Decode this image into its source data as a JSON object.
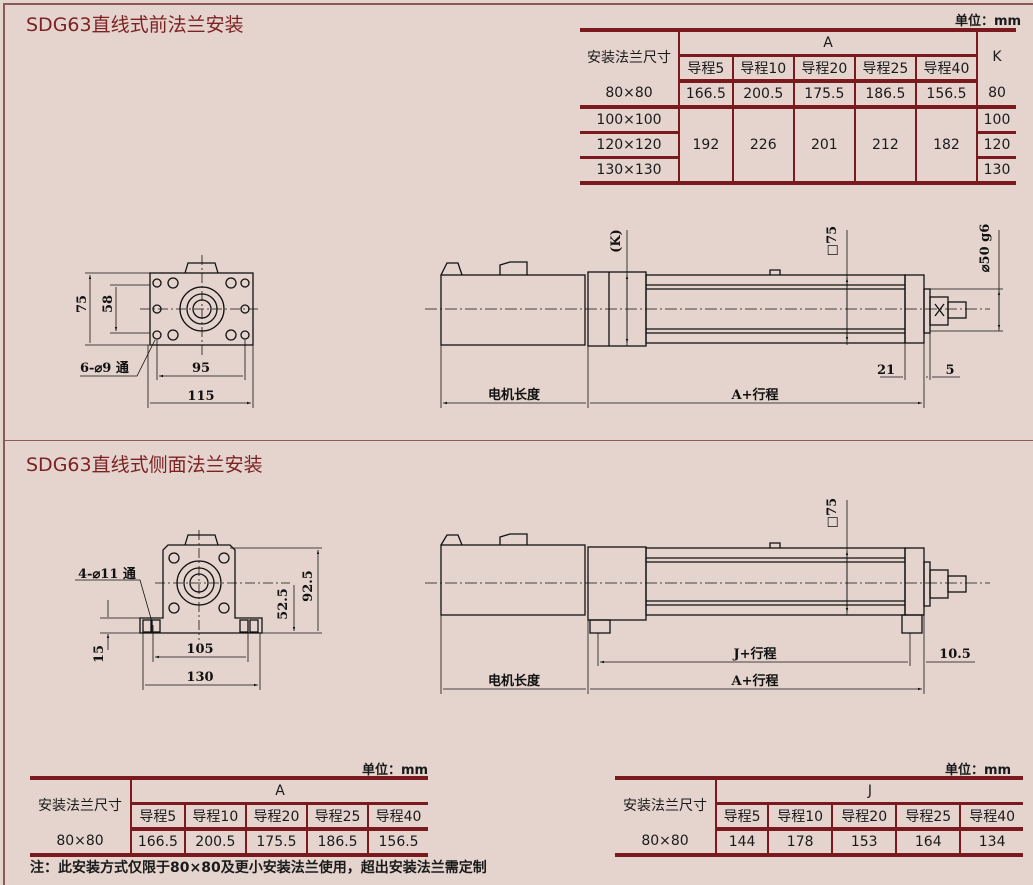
{
  "section1": {
    "title": "SDG63直线式前法兰安装",
    "unit": "单位：mm",
    "table": {
      "row_header": "安装法兰尺寸",
      "group_a": "A",
      "group_k": "K",
      "leads": [
        "导程5",
        "导程10",
        "导程20",
        "导程25",
        "导程40"
      ],
      "row_80": {
        "size": "80×80",
        "a": [
          "166.5",
          "200.5",
          "175.5",
          "186.5",
          "156.5"
        ],
        "k": "80"
      },
      "rows_large": {
        "sizes": [
          "100×100",
          "120×120",
          "130×130"
        ],
        "a": [
          "192",
          "226",
          "201",
          "212",
          "182"
        ],
        "k": [
          "100",
          "120",
          "130"
        ]
      }
    },
    "front_view": {
      "dim_height": "75",
      "dim_inner_height": "58",
      "dim_hole_spacing": "95",
      "dim_width": "115",
      "hole_label": "6-⌀9 通"
    },
    "side_view": {
      "dim_k": "(K)",
      "dim_square": "□75",
      "dim_shaft": "⌀50 g6",
      "dim_21": "21",
      "dim_5": "5",
      "motor_length": "电机长度",
      "a_stroke": "A+行程"
    }
  },
  "section2": {
    "title": "SDG63直线式侧面法兰安装",
    "front_view": {
      "hole_label": "4-⌀11 通",
      "dim_height": "92.5",
      "dim_center": "52.5",
      "dim_foot": "15",
      "dim_hole_spacing": "105",
      "dim_width": "130"
    },
    "side_view": {
      "dim_square": "□75",
      "j_stroke": "J+行程",
      "dim_10_5": "10.5",
      "motor_length": "电机长度",
      "a_stroke": "A+行程"
    },
    "table_a": {
      "unit": "单位：mm",
      "row_header": "安装法兰尺寸",
      "group": "A",
      "leads": [
        "导程5",
        "导程10",
        "导程20",
        "导程25",
        "导程40"
      ],
      "size": "80×80",
      "values": [
        "166.5",
        "200.5",
        "175.5",
        "186.5",
        "156.5"
      ]
    },
    "table_j": {
      "unit": "单位：mm",
      "row_header": "安装法兰尺寸",
      "group": "J",
      "leads": [
        "导程5",
        "导程10",
        "导程20",
        "导程25",
        "导程40"
      ],
      "size": "80×80",
      "values": [
        "144",
        "178",
        "153",
        "164",
        "134"
      ]
    },
    "note": "注：此安装方式仅限于80×80及更小安装法兰使用，超出安装法兰需定制"
  }
}
